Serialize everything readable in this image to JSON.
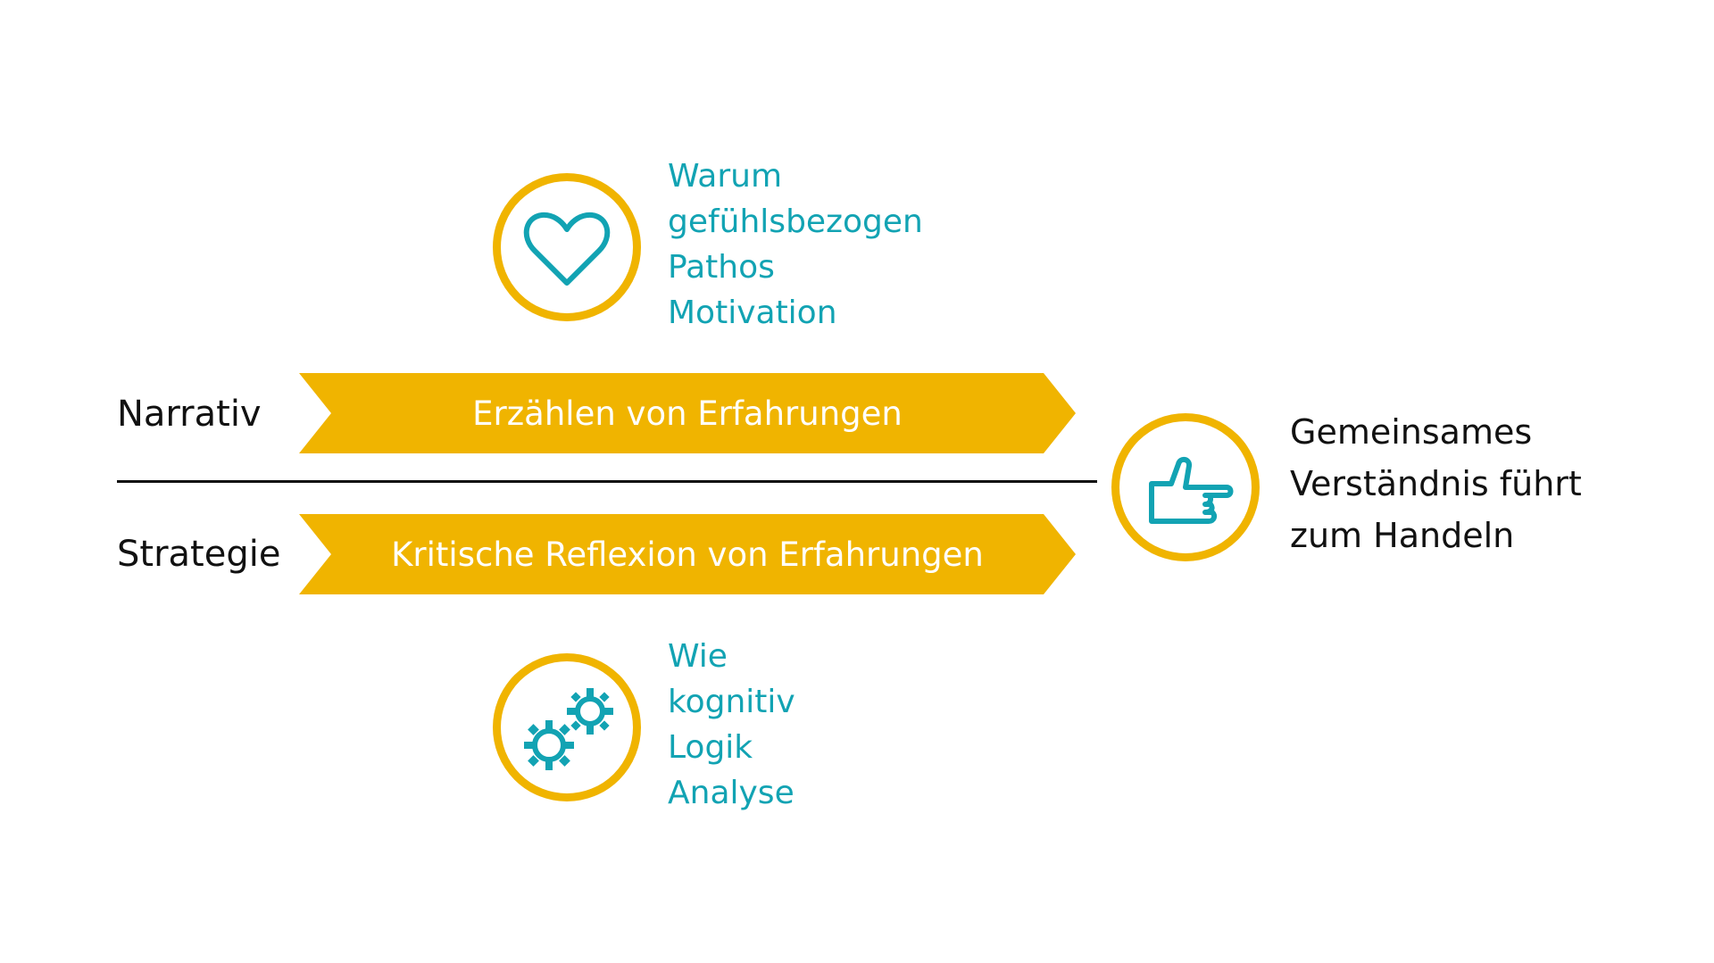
{
  "top_block": {
    "icon": "heart-icon",
    "lines": [
      "Warum",
      "gefühlsbezogen",
      "Pathos",
      "Motivation"
    ]
  },
  "bottom_block": {
    "icon": "gears-icon",
    "lines": [
      "Wie",
      "kognitiv",
      "Logik",
      "Analyse"
    ]
  },
  "rows": [
    {
      "label": "Narrativ",
      "arrow_text": "Erzählen von Erfahrungen"
    },
    {
      "label": "Strategie",
      "arrow_text": "Kritische Reflexion von Erfahrungen"
    }
  ],
  "result": {
    "icon": "pointing-hand-icon",
    "lines": [
      "Gemeinsames",
      "Verständnis führt",
      "zum Handeln"
    ]
  },
  "colors": {
    "accent": "#f0b400",
    "teal": "#12a3b3",
    "text": "#111111"
  }
}
